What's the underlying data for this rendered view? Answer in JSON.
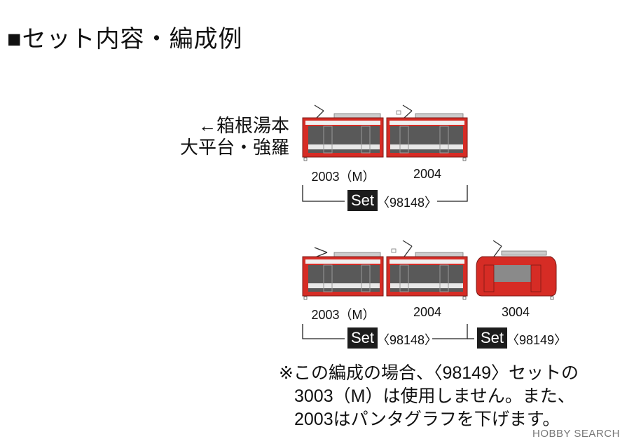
{
  "heading": "■セット内容・編成例",
  "destination": {
    "line1": "←箱根湯本",
    "line2": "大平台・強羅"
  },
  "formation1": {
    "cars": [
      "2003（M）",
      "2004"
    ],
    "set_label": "Set",
    "set_number": "〈98148〉"
  },
  "formation2": {
    "cars": [
      "2003（M）",
      "2004",
      "3004"
    ],
    "sets": [
      {
        "label": "Set",
        "number": "〈98148〉"
      },
      {
        "label": "Set",
        "number": "〈98149〉"
      }
    ]
  },
  "note": {
    "line1": "※この編成の場合、〈98149〉セットの",
    "line2": "3003（M）は使用しません。また、",
    "line3": "2003はパンタグラフを下げます。"
  },
  "watermark": "HOBBY SEARCH",
  "colors": {
    "car_red": "#d62c25",
    "window_dark": "#595959",
    "set_badge": "#1c1c1c"
  }
}
